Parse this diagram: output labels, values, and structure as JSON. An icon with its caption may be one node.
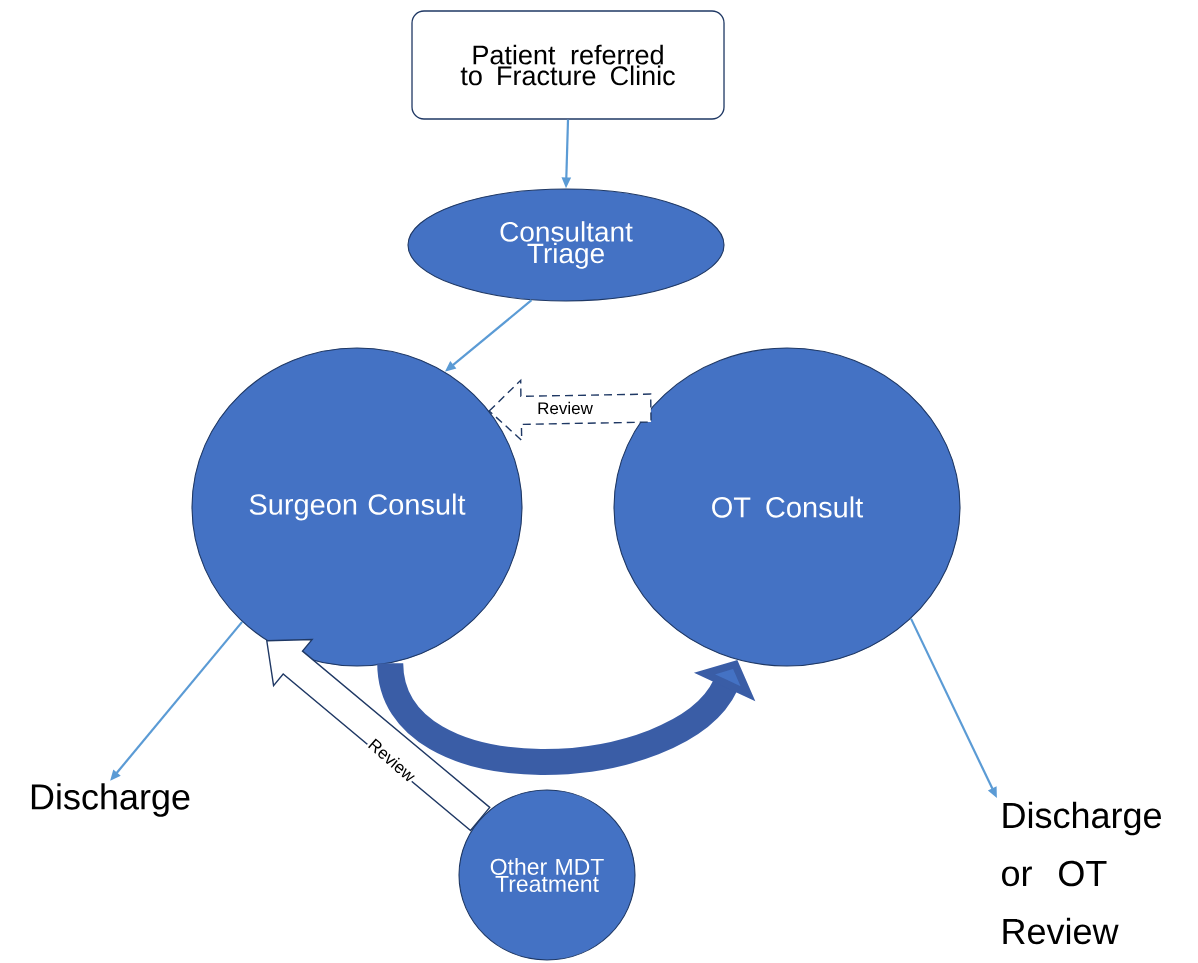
{
  "diagram": {
    "nodes": [
      {
        "text": [
          "Patient referred to Fracture Clinic"
        ]
      },
      {
        "text": [
          "Consultant Triage"
        ]
      },
      {
        "text": [
          "Surgeon Consult"
        ]
      },
      {
        "text": [
          "OT Consult"
        ]
      },
      {
        "text": [
          "Discharge"
        ]
      },
      {
        "text": [
          "Discharge or OT Review"
        ]
      },
      {
        "text": [
          "Other MDT Treatment"
        ]
      }
    ],
    "edges": [
      {
        "from": 0,
        "to": 1,
        "arrow": "to"
      },
      {
        "from": 1,
        "to": 2,
        "arrow": "to"
      },
      {
        "from": 3,
        "to": 2,
        "arrow": "to",
        "label": "Review",
        "style": "dashed",
        "color": "#1f3864"
      },
      {
        "from": 2,
        "to": 4,
        "arrow": "to"
      },
      {
        "from": 2,
        "to": 3,
        "arrow": "to",
        "style": "thick",
        "color": "#3a5da6"
      },
      {
        "from": 3,
        "to": 5,
        "arrow": "to"
      },
      {
        "from": 6,
        "to": 2,
        "arrow": "to",
        "label": "Review",
        "style": "thick",
        "color": "#1f3864"
      }
    ]
  }
}
